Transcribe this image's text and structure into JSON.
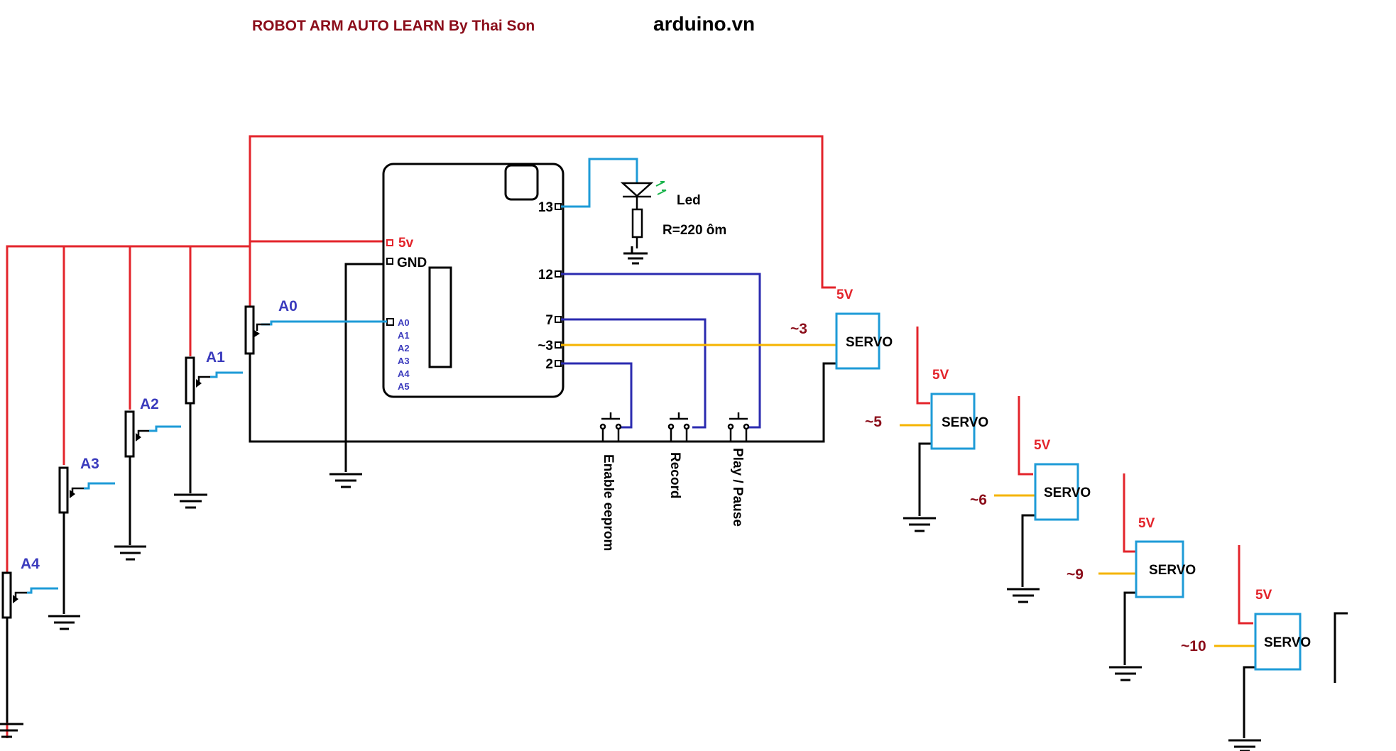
{
  "header": {
    "title": "ROBOT ARM AUTO LEARN By Thai Son",
    "site": "arduino.vn"
  },
  "board": {
    "power_pins": {
      "v5": "5v",
      "gnd": "GND"
    },
    "analog_pins": [
      "A0",
      "A1",
      "A2",
      "A3",
      "A4",
      "A5"
    ],
    "digital_pins": {
      "p13": "13",
      "p12": "12",
      "p7": "7",
      "p3": "~3",
      "p2": "2"
    }
  },
  "led": {
    "label": "Led",
    "resistor": "R=220 ôm"
  },
  "pots": [
    "A0",
    "A1",
    "A2",
    "A3",
    "A4"
  ],
  "buttons": [
    "Enable eeprom",
    "Record",
    "Play / Pause"
  ],
  "servos": [
    {
      "power": "5V",
      "signal": "~3",
      "label": "SERVO"
    },
    {
      "power": "5V",
      "signal": "~5",
      "label": "SERVO"
    },
    {
      "power": "5V",
      "signal": "~6",
      "label": "SERVO"
    },
    {
      "power": "5V",
      "signal": "~9",
      "label": "SERVO"
    },
    {
      "power": "5V",
      "signal": "~10",
      "label": "SERVO"
    }
  ],
  "colors": {
    "power": "#e3242b",
    "ground": "#000000",
    "analog": "#1e9bd7",
    "digital": "#2b2bb0",
    "pwm": "#f5b400",
    "servo_box": "#1e9bd7"
  }
}
